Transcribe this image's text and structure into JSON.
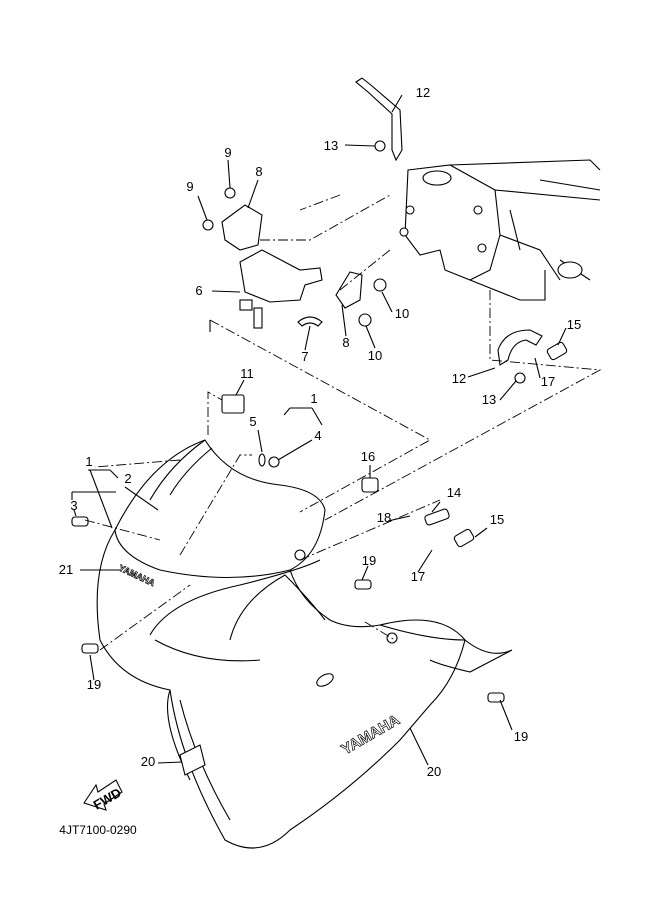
{
  "diagram": {
    "code": "4JT7100-0290",
    "fwd_label": "FWD",
    "logo_text": "YAMAHA",
    "callouts": [
      "12",
      "13",
      "9",
      "9",
      "8",
      "6",
      "10",
      "8",
      "7",
      "10",
      "15",
      "12",
      "17",
      "13",
      "11",
      "1",
      "5",
      "4",
      "16",
      "1",
      "2",
      "3",
      "14",
      "15",
      "18",
      "19",
      "21",
      "17",
      "19",
      "19",
      "20",
      "20"
    ]
  }
}
